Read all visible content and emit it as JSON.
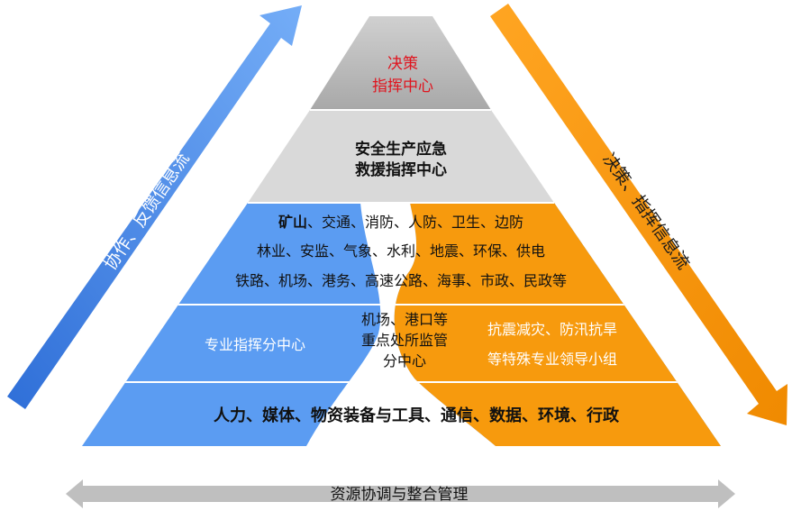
{
  "colors": {
    "top_tier": "#a6a6a6",
    "second_tier": "#d9d9d9",
    "blue": "#5b9cf2",
    "orange": "#f79a0d",
    "bottom_arrow": "#bfbfbf",
    "red_text": "#e0141e"
  },
  "left_arrow": {
    "label": "协作、反馈信息流",
    "icon": "diagonal-up-arrow"
  },
  "right_arrow": {
    "label": "决策、指挥信息流",
    "icon": "diagonal-down-arrow"
  },
  "bottom_arrow": {
    "label": "资源协调与整合管理",
    "icon": "double-headed-arrow"
  },
  "pyramid": {
    "top": {
      "line1": "决策",
      "line2": "指挥中心"
    },
    "second": {
      "line1": "安全生产应急",
      "line2": "救援指挥中心"
    },
    "third": {
      "line1_bold": "矿山",
      "line1_rest": "、交通、消防、人防、卫生、边防",
      "line2": "林业、安监、气象、水利、地震、环保、供电",
      "line3": "铁路、机场、港务、高速公路、海事、市政、民政等"
    },
    "fourth": {
      "left": "专业指挥分中心",
      "center_line1": "机场、港口等",
      "center_line2": "重点处所监管",
      "center_line3": "分中心",
      "right_line1": "抗震减灾、防汛抗旱",
      "right_line2": "等特殊专业领导小组"
    },
    "bottom": "人力、媒体、物资装备与工具、通信、数据、环境、行政"
  }
}
